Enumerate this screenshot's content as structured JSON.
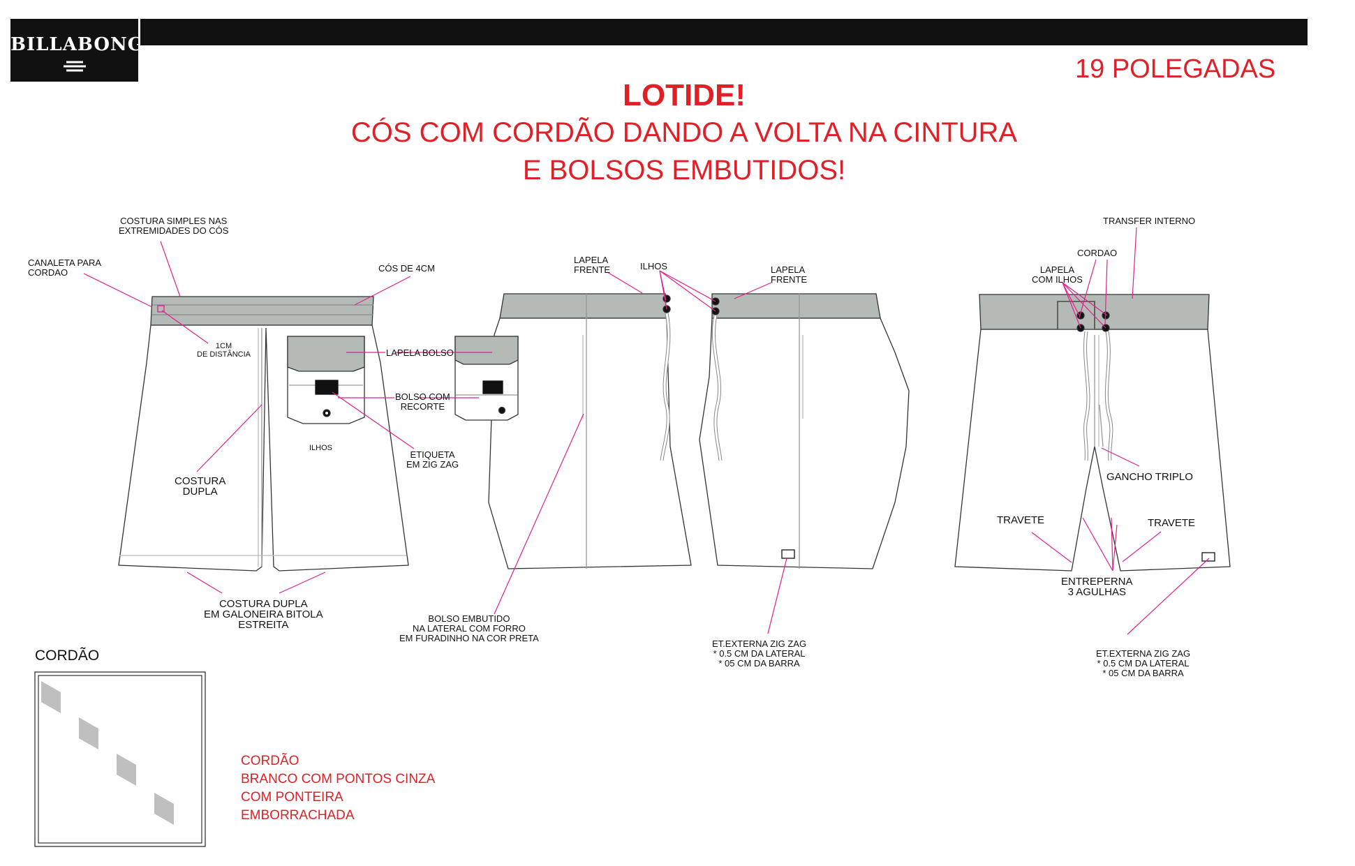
{
  "brand": "BILLABONG",
  "header": {
    "size": "19 POLEGADAS",
    "title_line1": "LOTIDE!",
    "title_line2": "CÓS COM CORDÃO DANDO A VOLTA NA CINTURA",
    "title_line3": "E BOLSOS EMBUTIDOS!"
  },
  "labels": {
    "costura_simples": [
      "COSTURA SIMPLES NAS",
      "EXTREMIDADES DO CÓS"
    ],
    "canaleta": [
      "CANALETA PARA",
      "CORDAO"
    ],
    "cos_4cm": "CÓS DE 4CM",
    "distancia": [
      "1CM",
      "DE DISTÂNCIA"
    ],
    "lapela_bolso": "LAPELA BOLSO",
    "bolso_recorte": [
      "BOLSO COM",
      "RECORTE"
    ],
    "ilhos_small": "ILHOS",
    "etiqueta": [
      "ETIQUETA",
      "EM ZIG ZAG"
    ],
    "costura_dupla": [
      "COSTURA",
      "DUPLA"
    ],
    "galoneira": [
      "COSTURA DUPLA",
      "EM GALONEIRA BITOLA",
      "ESTREITA"
    ],
    "lapela_frente_left": [
      "LAPELA",
      "FRENTE"
    ],
    "ilhos": "ILHOS",
    "lapela_frente_right": [
      "LAPELA",
      "FRENTE"
    ],
    "bolso_embutido": [
      "BOLSO EMBUTIDO",
      "NA LATERAL COM FORRO",
      "EM FURADINHO NA COR PRETA"
    ],
    "et_externa_mid": [
      "ET.EXTERNA ZIG ZAG",
      "* 0.5 CM DA LATERAL",
      "* 05 CM DA BARRA"
    ],
    "transfer": "TRANSFER INTERNO",
    "cordao_front": "CORDAO",
    "lapela_ilhos": [
      "LAPELA",
      "COM ILHOS"
    ],
    "gancho": "GANCHO TRIPLO",
    "travete_left": "TRAVETE",
    "travete_right": "TRAVETE",
    "entreperna": [
      "ENTREPERNA",
      "3 AGULHAS"
    ],
    "et_externa_right": [
      "ET.EXTERNA ZIG ZAG",
      "* 0.5 CM DA LATERAL",
      "* 05 CM DA BARRA"
    ]
  },
  "cordao": {
    "title": "CORDÃO",
    "description": [
      "CORDÃO",
      "BRANCO COM PONTOS CINZA",
      "COM PONTEIRA",
      "EMBORRACHADA"
    ]
  },
  "colors": {
    "accent_red": "#e02027",
    "leader_magenta": "#e0218a",
    "waistband_gray": "#b4bbb6",
    "ink": "#111111"
  }
}
